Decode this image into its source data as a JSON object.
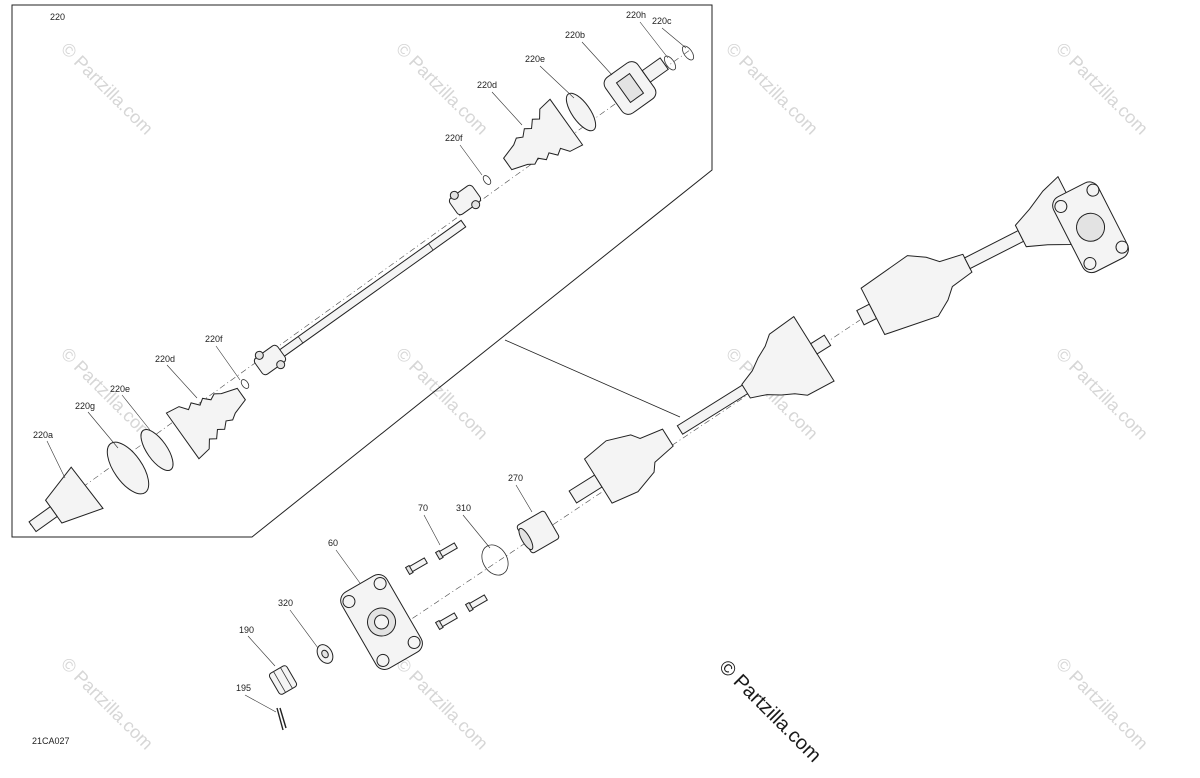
{
  "diagram": {
    "drawing_code": "21CA027",
    "callouts": {
      "p220": "220",
      "p220h": "220h",
      "p220c": "220c",
      "p220b": "220b",
      "p220e_top": "220e",
      "p220d_top": "220d",
      "p220f_top": "220f",
      "p220f_low": "220f",
      "p220d_low": "220d",
      "p220e_low": "220e",
      "p220g": "220g",
      "p220a": "220a",
      "p270": "270",
      "p70": "70",
      "p310": "310",
      "p60": "60",
      "p320": "320",
      "p190": "190",
      "p195": "195"
    },
    "watermark": {
      "small": "© Partzilla.com",
      "large": "© Partzilla.com"
    }
  }
}
